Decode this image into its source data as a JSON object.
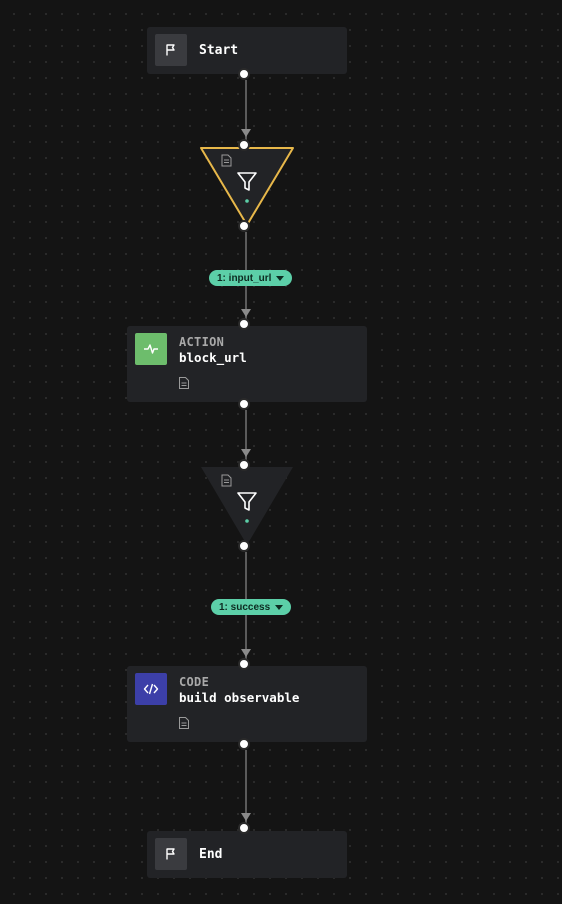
{
  "nodes": {
    "start": {
      "title": "Start",
      "icon": "flag-icon"
    },
    "filter1": {
      "icon": "filter-icon",
      "note_icon": "document-icon",
      "selected": true,
      "highlight_color": "#e8b84a"
    },
    "branch1": {
      "label": "1: input_url",
      "icon": "chevron-down-icon"
    },
    "action": {
      "type": "ACTION",
      "name": "block_url",
      "icon": "activity-icon",
      "color": "#6dbd6c",
      "note_icon": "document-icon"
    },
    "filter2": {
      "icon": "filter-icon",
      "note_icon": "document-icon",
      "selected": false
    },
    "branch2": {
      "label": "1: success",
      "icon": "chevron-down-icon"
    },
    "code": {
      "type": "CODE",
      "name": "build observable",
      "icon": "code-icon",
      "color": "#3c3fa8",
      "note_icon": "document-icon"
    },
    "end": {
      "title": "End",
      "icon": "flag-icon"
    }
  },
  "colors": {
    "background": "#141414",
    "node": "#222326",
    "connector": "#5b5b5b",
    "branch_chip": "#5ccfa8"
  }
}
